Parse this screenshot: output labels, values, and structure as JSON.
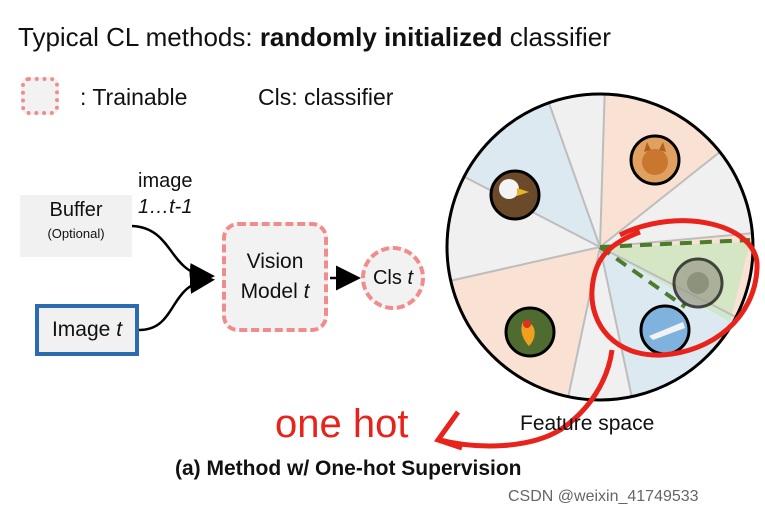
{
  "header": {
    "title_prefix": "Typical CL methods:  ",
    "title_bold": "randomly initialized",
    "title_suffix": " classifier"
  },
  "legend": {
    "trainable_label": ": Trainable",
    "cls_label": "Cls: classifier"
  },
  "inputs": {
    "buffer_label": "Buffer",
    "buffer_note": "(Optional)",
    "image_note_line1": "image",
    "image_note_line2": "1…t-1",
    "image_t_label": "Image ",
    "image_t_var": "t"
  },
  "model": {
    "vision_line1": "Vision",
    "vision_line2": "Model ",
    "vision_var": "t",
    "cls_label": "Cls ",
    "cls_var": "t"
  },
  "feature_space": {
    "label": "Feature space",
    "icons": [
      "cat-photo",
      "eagle-photo",
      "monkey-photo",
      "parrot-photo",
      "airplane-photo"
    ],
    "colors": {
      "blue": "#dce9f1",
      "peach": "#f9e1d3",
      "gray": "#f0f0f0",
      "green": "#cfe6c2"
    }
  },
  "annotation": {
    "one_hot": "one hot",
    "color": "#e8231c"
  },
  "caption": "(a) Method w/ One-hot Supervision",
  "watermark": "CSDN @weixin_41749533"
}
